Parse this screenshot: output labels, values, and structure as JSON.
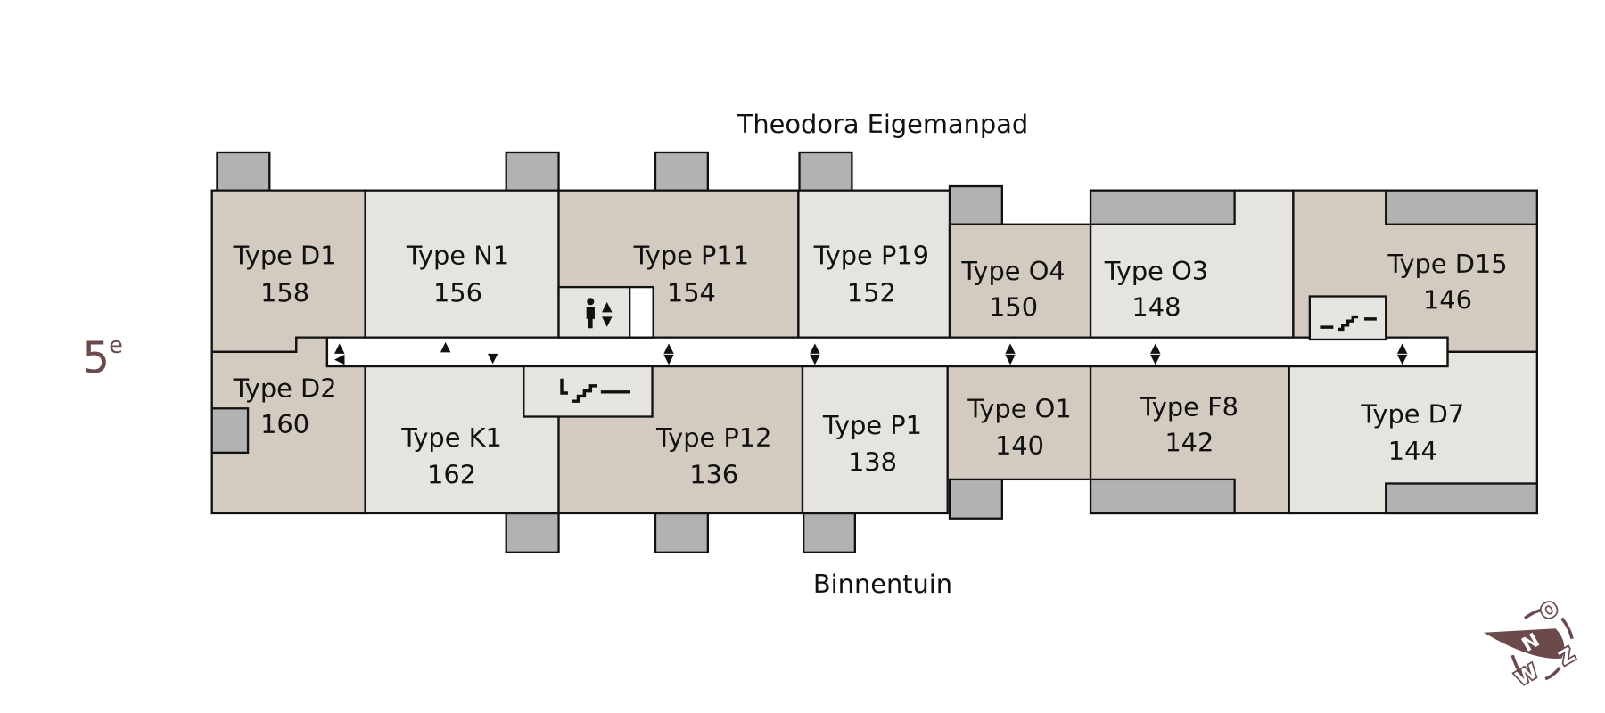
{
  "floor": {
    "number": "5",
    "suffix": "e"
  },
  "streets": {
    "north": "Theodora Eigemanpad",
    "south": "Binnentuin"
  },
  "units": [
    {
      "type": "Type D1",
      "number": "158"
    },
    {
      "type": "Type N1",
      "number": "156"
    },
    {
      "type": "Type P11",
      "number": "154"
    },
    {
      "type": "Type P19",
      "number": "152"
    },
    {
      "type": "Type O4",
      "number": "150"
    },
    {
      "type": "Type O3",
      "number": "148"
    },
    {
      "type": "Type D15",
      "number": "146"
    },
    {
      "type": "Type D2",
      "number": "160"
    },
    {
      "type": "Type K1",
      "number": "162"
    },
    {
      "type": "Type P12",
      "number": "136"
    },
    {
      "type": "Type P1",
      "number": "138"
    },
    {
      "type": "Type O1",
      "number": "140"
    },
    {
      "type": "Type F8",
      "number": "142"
    },
    {
      "type": "Type D7",
      "number": "144"
    }
  ],
  "compass": {
    "letters": "N O Z W"
  },
  "colors": {
    "accent": "#6b4a4c",
    "unit_dark": "#d3cbc0",
    "unit_light": "#e6e4df",
    "balcony": "#b2b2b2"
  }
}
